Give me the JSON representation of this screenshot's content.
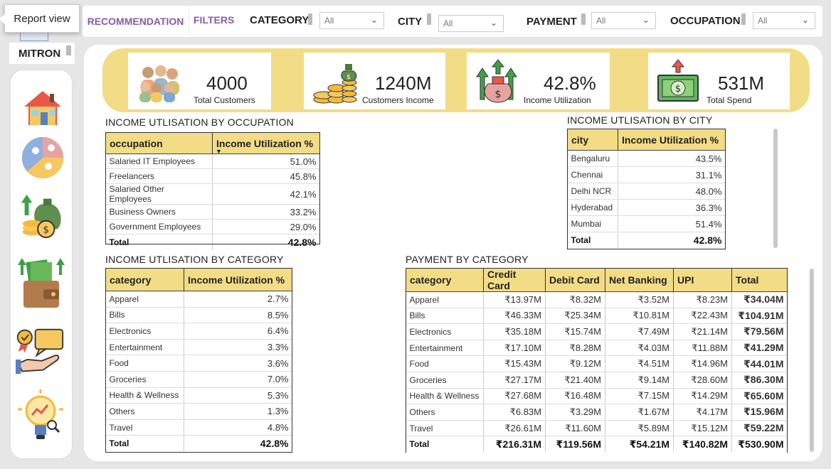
{
  "tooltip": "Report view",
  "nav_buttons": {
    "recommendation": "RECOMMENDATION",
    "filters": "FILTERS"
  },
  "filters": [
    {
      "label": "CATEGORY",
      "value": "All"
    },
    {
      "label": "CITY",
      "value": "All"
    },
    {
      "label": "PAYMENT",
      "value": "All"
    },
    {
      "label": "OCCUPATION",
      "value": "All"
    }
  ],
  "brand": "MITRON",
  "sidebar": {
    "icons": [
      "home-icon",
      "demographics-pie-icon",
      "money-bag-icon",
      "wallet-cash-icon",
      "award-review-icon",
      "insight-bulb-icon"
    ]
  },
  "kpis": [
    {
      "value": "4000",
      "label": "Total Customers",
      "icon": "customers-icon"
    },
    {
      "value": "1240M",
      "label": "Customers Income",
      "icon": "income-coins-icon"
    },
    {
      "value": "42.8%",
      "label": "Income Utilization",
      "icon": "utilization-bag-icon"
    },
    {
      "value": "531M",
      "label": "Total Spend",
      "icon": "spend-dollar-icon"
    }
  ],
  "occupation_table": {
    "title": "INCOME UTLISATION BY OCCUPATION",
    "headers": [
      "occupation",
      "Income Utilization %"
    ],
    "rows": [
      [
        "Salaried IT Employees",
        "51.0%"
      ],
      [
        "Freelancers",
        "45.8%"
      ],
      [
        "Salaried Other Employees",
        "42.1%"
      ],
      [
        "Business Owners",
        "33.2%"
      ],
      [
        "Government Employees",
        "29.0%"
      ]
    ],
    "total": [
      "Total",
      "42.8%"
    ]
  },
  "city_table": {
    "title": "INCOME UTLISATION BY CITY",
    "headers": [
      "city",
      "Income Utilization %"
    ],
    "rows": [
      [
        "Bengaluru",
        "43.5%"
      ],
      [
        "Chennai",
        "31.1%"
      ],
      [
        "Delhi NCR",
        "48.0%"
      ],
      [
        "Hyderabad",
        "36.3%"
      ],
      [
        "Mumbai",
        "51.4%"
      ]
    ],
    "total": [
      "Total",
      "42.8%"
    ]
  },
  "category_table": {
    "title": "INCOME UTLISATION BY CATEGORY",
    "headers": [
      "category",
      "Income Utilization %"
    ],
    "rows": [
      [
        "Apparel",
        "2.7%"
      ],
      [
        "Bills",
        "8.5%"
      ],
      [
        "Electronics",
        "6.4%"
      ],
      [
        "Entertainment",
        "3.3%"
      ],
      [
        "Food",
        "3.6%"
      ],
      [
        "Groceries",
        "7.0%"
      ],
      [
        "Health & Wellness",
        "5.3%"
      ],
      [
        "Others",
        "1.3%"
      ],
      [
        "Travel",
        "4.8%"
      ]
    ],
    "total": [
      "Total",
      "42.8%"
    ]
  },
  "payment_table": {
    "title": "PAYMENT BY CATEGORY",
    "headers": [
      "category",
      "Credit Card",
      "Debit Card",
      "Net Banking",
      "UPI",
      "Total"
    ],
    "rows": [
      [
        "Apparel",
        "₹13.97M",
        "₹8.32M",
        "₹3.52M",
        "₹8.23M",
        "₹34.04M"
      ],
      [
        "Bills",
        "₹46.33M",
        "₹25.34M",
        "₹10.81M",
        "₹22.43M",
        "₹104.91M"
      ],
      [
        "Electronics",
        "₹35.18M",
        "₹15.74M",
        "₹7.49M",
        "₹21.14M",
        "₹79.56M"
      ],
      [
        "Entertainment",
        "₹17.10M",
        "₹8.28M",
        "₹4.03M",
        "₹11.88M",
        "₹41.29M"
      ],
      [
        "Food",
        "₹15.43M",
        "₹9.12M",
        "₹4.51M",
        "₹14.96M",
        "₹44.01M"
      ],
      [
        "Groceries",
        "₹27.17M",
        "₹21.40M",
        "₹9.14M",
        "₹28.60M",
        "₹86.30M"
      ],
      [
        "Health & Wellness",
        "₹27.68M",
        "₹16.48M",
        "₹7.15M",
        "₹14.29M",
        "₹65.60M"
      ],
      [
        "Others",
        "₹6.83M",
        "₹3.29M",
        "₹1.67M",
        "₹4.17M",
        "₹15.96M"
      ],
      [
        "Travel",
        "₹26.61M",
        "₹11.60M",
        "₹5.89M",
        "₹15.12M",
        "₹59.22M"
      ]
    ],
    "total": [
      "Total",
      "₹216.31M",
      "₹119.56M",
      "₹54.21M",
      "₹140.82M",
      "₹530.90M"
    ]
  },
  "colors": {
    "accent": "#f3dc86",
    "purple": "#8a5aa8",
    "panel": "#ffffff",
    "background": "#e6e6e6"
  }
}
